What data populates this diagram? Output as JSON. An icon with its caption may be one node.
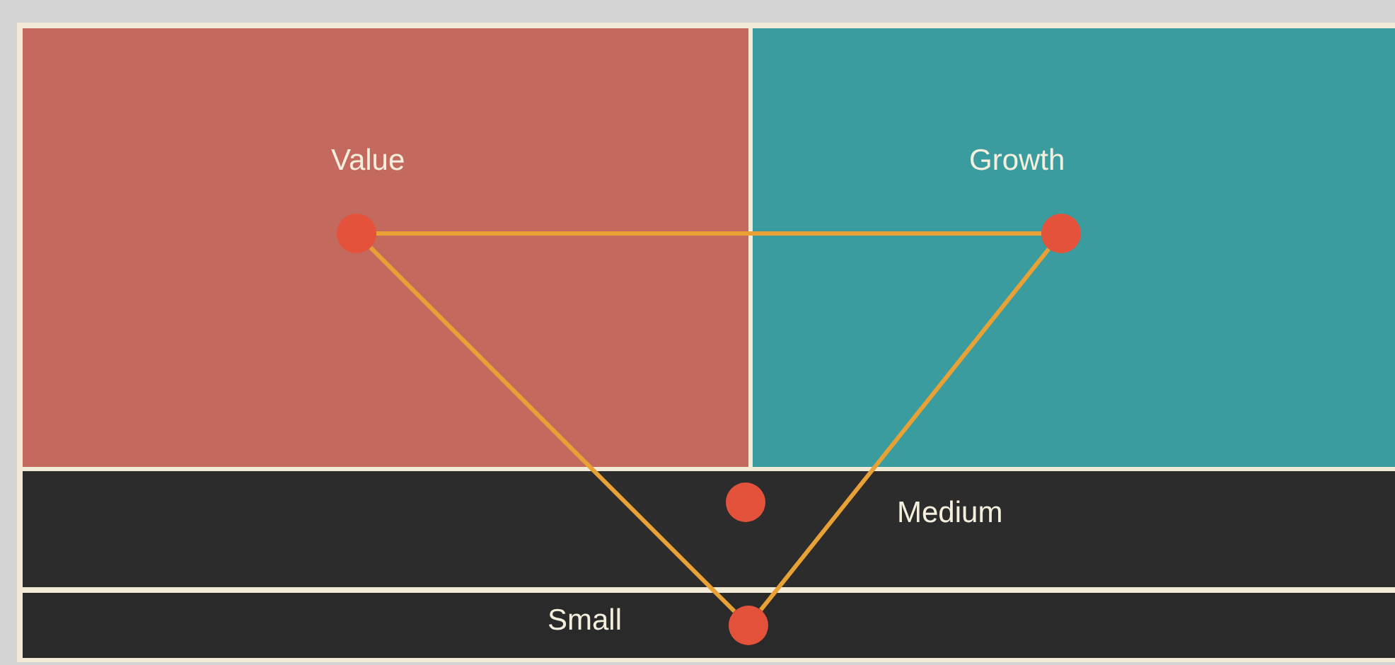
{
  "diagram": {
    "nodes": [
      {
        "text": [
          "Value"
        ]
      },
      {
        "text": [
          "Growth"
        ]
      },
      {
        "text": [
          "Medium"
        ]
      },
      {
        "text": [
          "Small"
        ]
      },
      {
        "text": [],
        "shape": "circle",
        "in": 0
      },
      {
        "text": [],
        "shape": "circle",
        "in": 1
      },
      {
        "text": [],
        "shape": "circle",
        "in": 2
      },
      {
        "text": [],
        "shape": "circle",
        "in": 3
      }
    ],
    "edges": [
      {
        "from": 4,
        "to": 5,
        "arrow": "none"
      },
      {
        "from": 4,
        "to": 7,
        "arrow": "none"
      },
      {
        "from": 5,
        "to": 7,
        "arrow": "none"
      }
    ]
  }
}
